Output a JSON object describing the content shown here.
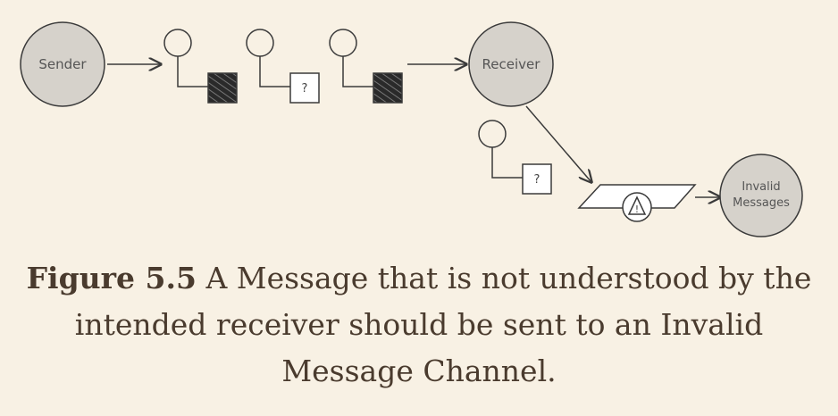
{
  "diagram": {
    "nodes": {
      "sender": "Sender",
      "receiver": "Receiver",
      "invalid_line1": "Invalid",
      "invalid_line2": "Messages"
    },
    "unknown_glyph": "?",
    "warning_glyph": "!"
  },
  "caption": {
    "label": "Figure 5.5",
    "text": "A Message that is not understood by the intended receiver should be sent to an Invalid Message Channel."
  },
  "colors": {
    "background": "#f8f1e4",
    "node_fill": "#d6d2cb",
    "stroke": "#3a3a3a",
    "caption_text": "#4a3b2e"
  }
}
